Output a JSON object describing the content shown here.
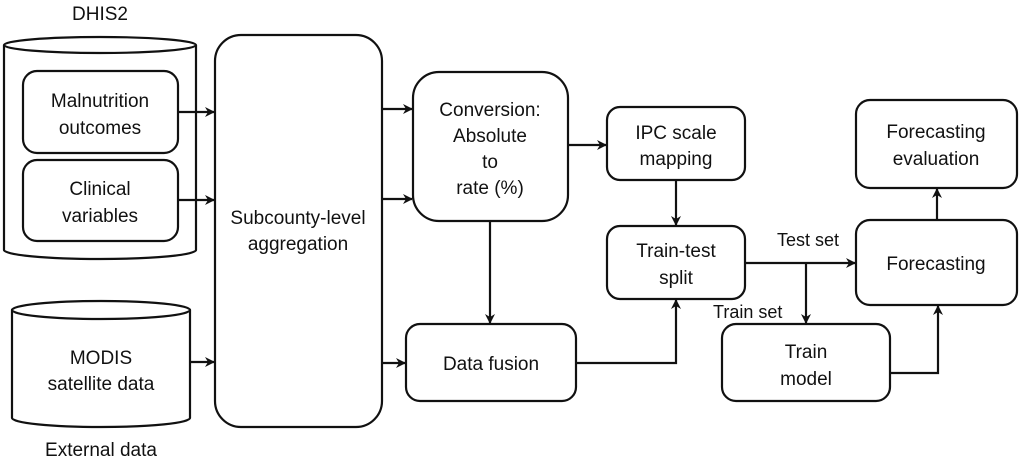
{
  "diagram": {
    "type": "flowchart",
    "sources": {
      "dhis2": {
        "caption": "DHIS2",
        "items": [
          {
            "line1": "Malnutrition",
            "line2": "outcomes"
          },
          {
            "line1": "Clinical",
            "line2": "variables"
          }
        ]
      },
      "external": {
        "caption": "External data",
        "item": {
          "line1": "MODIS",
          "line2": "satellite data"
        }
      }
    },
    "nodes": {
      "aggregation": {
        "line1": "Subcounty-level",
        "line2": "aggregation"
      },
      "conversion": {
        "line1": "Conversion:",
        "line2": "Absolute",
        "line3": "to",
        "line4": "rate (%)"
      },
      "data_fusion": {
        "label": "Data fusion"
      },
      "ipc": {
        "line1": "IPC scale",
        "line2": "mapping"
      },
      "split": {
        "line1": "Train-test",
        "line2": "split"
      },
      "train_model": {
        "line1": "Train",
        "line2": "model"
      },
      "forecasting": {
        "label": "Forecasting"
      },
      "evaluation": {
        "line1": "Forecasting",
        "line2": "evaluation"
      }
    },
    "edge_labels": {
      "test_set": "Test set",
      "train_set": "Train set"
    },
    "edges": [
      [
        "Malnutrition outcomes",
        "Subcounty-level aggregation"
      ],
      [
        "Clinical variables",
        "Subcounty-level aggregation"
      ],
      [
        "MODIS satellite data",
        "Subcounty-level aggregation"
      ],
      [
        "Subcounty-level aggregation",
        "Conversion"
      ],
      [
        "Subcounty-level aggregation",
        "Data fusion"
      ],
      [
        "Conversion",
        "IPC scale mapping"
      ],
      [
        "Conversion",
        "Data fusion"
      ],
      [
        "IPC scale mapping",
        "Train-test split"
      ],
      [
        "Data fusion",
        "Train-test split"
      ],
      [
        "Train-test split",
        "Forecasting"
      ],
      [
        "Train-test split",
        "Train model"
      ],
      [
        "Train model",
        "Forecasting"
      ],
      [
        "Forecasting",
        "Forecasting evaluation"
      ]
    ]
  }
}
